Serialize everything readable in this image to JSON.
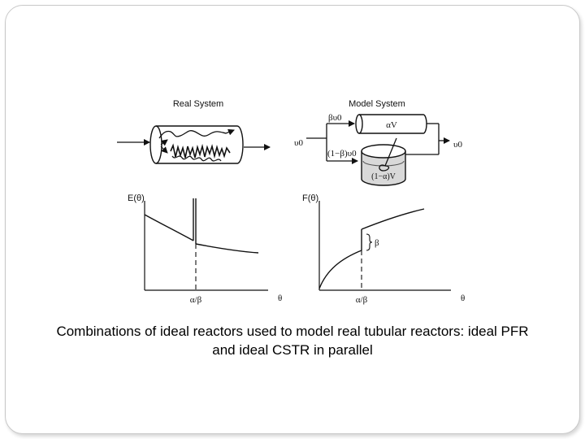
{
  "diagram": {
    "real_system": {
      "title": "Real System"
    },
    "model_system": {
      "title": "Model System",
      "flow_in_label": "υ0",
      "flow_out_label": "υ0",
      "pfr_flow_label": "βυ0",
      "pfr_volume_label": "αV",
      "cstr_flow_label": "(1−β)υ0",
      "cstr_volume_label": "(1−α)V"
    },
    "e_curve": {
      "ylabel": "E(θ)",
      "xlabel": "θ",
      "tick_label": "α/β"
    },
    "f_curve": {
      "ylabel": "F(θ)",
      "xlabel": "θ",
      "tick_label": "α/β",
      "jump_label": "β"
    }
  },
  "caption": {
    "line1": "Combinations of ideal reactors used to model real tubular reactors: ideal PFR",
    "line2": "and ideal CSTR in parallel"
  }
}
